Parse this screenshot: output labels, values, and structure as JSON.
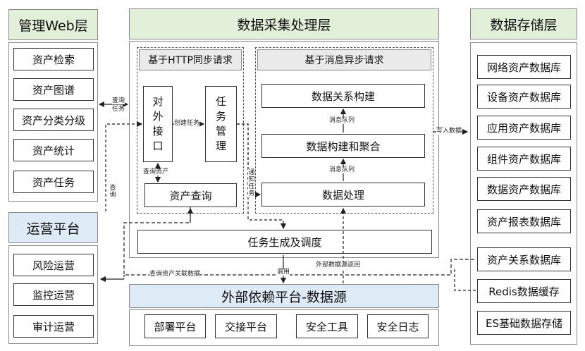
{
  "web_layer": {
    "title": "管理Web层",
    "items": [
      "资产检索",
      "资产图谱",
      "资产分类分级",
      "资产统计",
      "资产任务"
    ]
  },
  "ops_platform": {
    "title": "运营平台",
    "items": [
      "风险运营",
      "监控运营",
      "审计运营"
    ]
  },
  "processing_layer": {
    "title": "数据采集处理层",
    "sync_title": "基于HTTP同步请求",
    "async_title": "基于消息异步请求",
    "external_interface": "对外接口",
    "task_management": "任务管理",
    "asset_query": "资产查询",
    "data_relation_build": "数据关系构建",
    "data_build_aggregate": "数据构建和聚合",
    "data_processing": "数据处理",
    "task_gen_schedule": "任务生成及调度"
  },
  "storage_layer": {
    "title": "数据存储层",
    "items": [
      "网络资产数据库",
      "设备资产数据库",
      "应用资产数据库",
      "组件资产数据库",
      "数据资产数据库",
      "资产报表数据库",
      "资产关系数据库",
      "Redis数据缓存",
      "ES基础数据存储"
    ]
  },
  "external_platform": {
    "title": "外部依赖平台-数据源",
    "items": [
      "部署平台",
      "交接平台",
      "安全工具",
      "安全日志"
    ]
  },
  "edge_labels": {
    "query_task_1": "查询",
    "query_task_2": "任务",
    "create_task": "创建任务",
    "query_asset": "查询资产",
    "msg_queue_1": "消息队列",
    "msg_queue_2": "消息队列",
    "write_data": "写入数据",
    "notify_task": "通知任务",
    "query_vertical": "查询",
    "query_asset_relation": "查询资产关联数据",
    "invoke": "调用",
    "external_return": "外部数据源返回"
  }
}
